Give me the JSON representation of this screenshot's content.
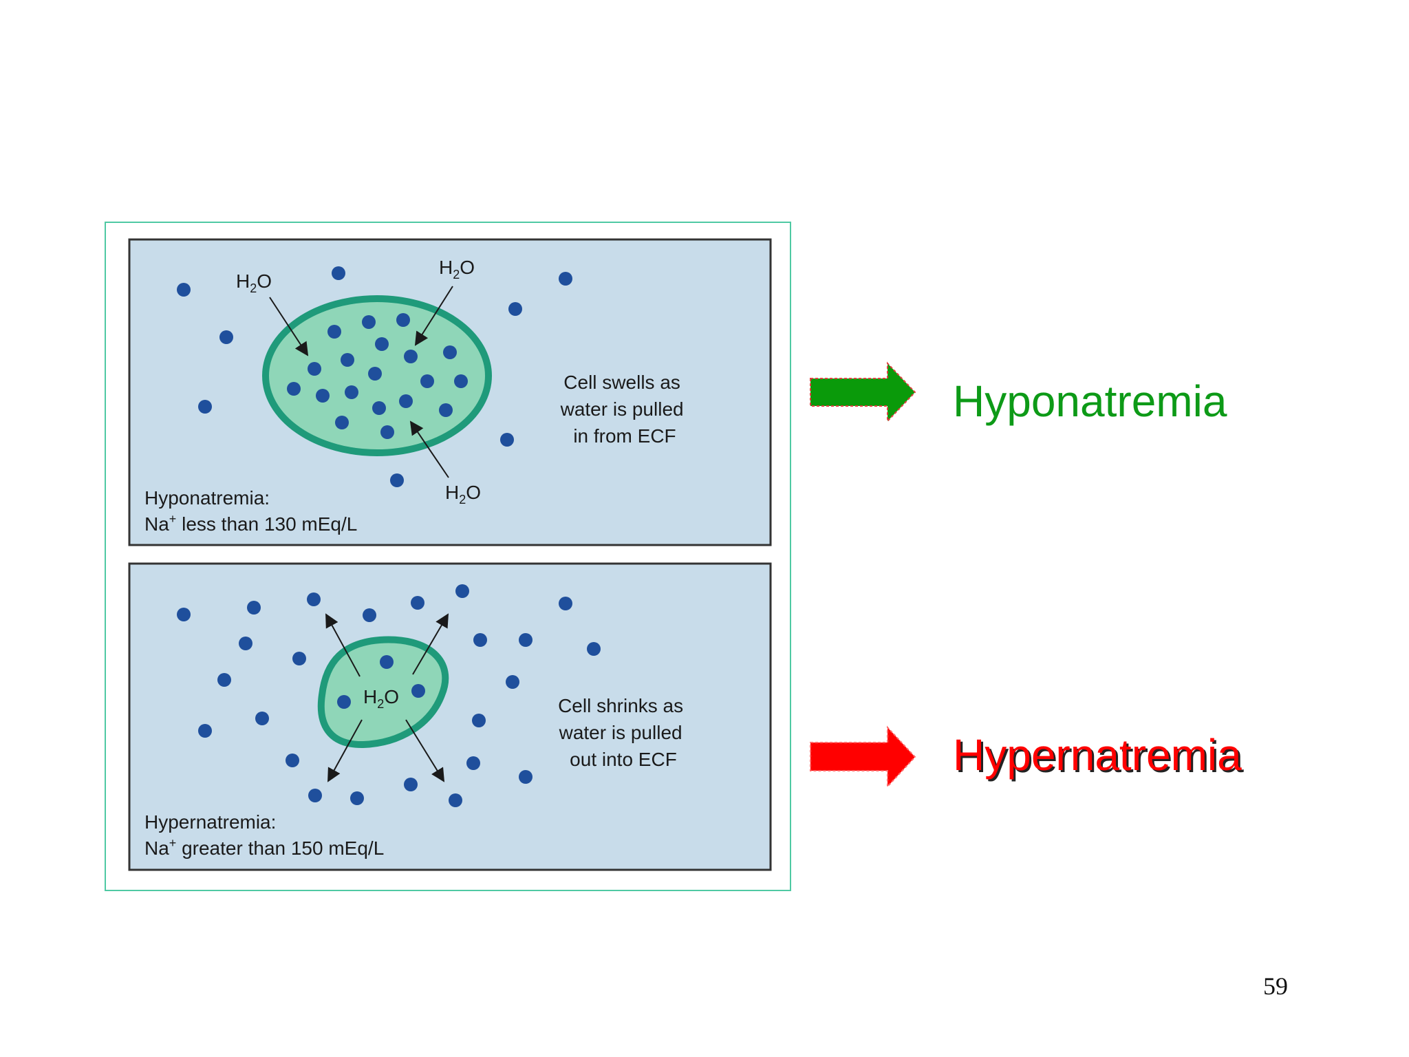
{
  "panels": [
    {
      "condition_label": "Hyponatremia:",
      "na_label_prefix": "Na",
      "na_label_sup": "+",
      "na_label_rest": " less than 130 mEq/L",
      "caption_lines": [
        "Cell swells as",
        "water is pulled",
        "in from ECF"
      ],
      "h2o_labels": [
        {
          "text": "H",
          "sub": "2",
          "tail": "O"
        },
        {
          "text": "H",
          "sub": "2",
          "tail": "O"
        },
        {
          "text": "H",
          "sub": "2",
          "tail": "O"
        }
      ]
    },
    {
      "condition_label": "Hypernatremia:",
      "na_label_prefix": "Na",
      "na_label_sup": "+",
      "na_label_rest": " greater than 150 mEq/L",
      "caption_lines": [
        "Cell shrinks as",
        "water is pulled",
        "out into ECF"
      ],
      "h2o_labels": [
        {
          "text": "H",
          "sub": "2",
          "tail": "O"
        }
      ]
    }
  ],
  "side_labels": {
    "hypo": "Hyponatremia",
    "hyper": "Hypernatremia"
  },
  "colors": {
    "panel_bg": "#c8dcea",
    "cell_fill": "#8fd6b8",
    "cell_stroke": "#1f9a7a",
    "sodium_dot": "#1f4f9c",
    "hypo_arrow": "#0a9a0a",
    "hyper_arrow": "#ff0000",
    "hypo_text": "#0d9a17",
    "hyper_text": "#ff0000"
  },
  "page_number": "59"
}
